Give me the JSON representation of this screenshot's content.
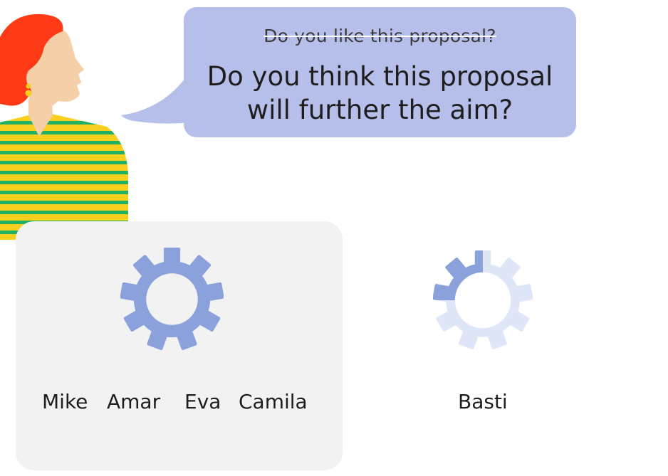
{
  "bubble": {
    "struck_question": "Do you like this proposal?",
    "question": "Do you think this proposal\nwill further the aim?"
  },
  "groups": [
    {
      "names": [
        "Mike",
        "Amar",
        "Eva",
        "Camila"
      ],
      "progress": 1.0
    },
    {
      "names": [
        "Basti"
      ],
      "progress": 0.25
    }
  ],
  "colors": {
    "bubble": "#b6bfea",
    "gear_active": "#8aa1db",
    "gear_inactive": "#dfe6f7",
    "panel": "#f2f2f2",
    "hair": "#ff3a17",
    "skin": "#f4cfa8",
    "shirt_yellow": "#f8cf1f",
    "shirt_green": "#22b062"
  },
  "icons": {
    "person": "person-illustration",
    "gear": "gear-icon"
  }
}
